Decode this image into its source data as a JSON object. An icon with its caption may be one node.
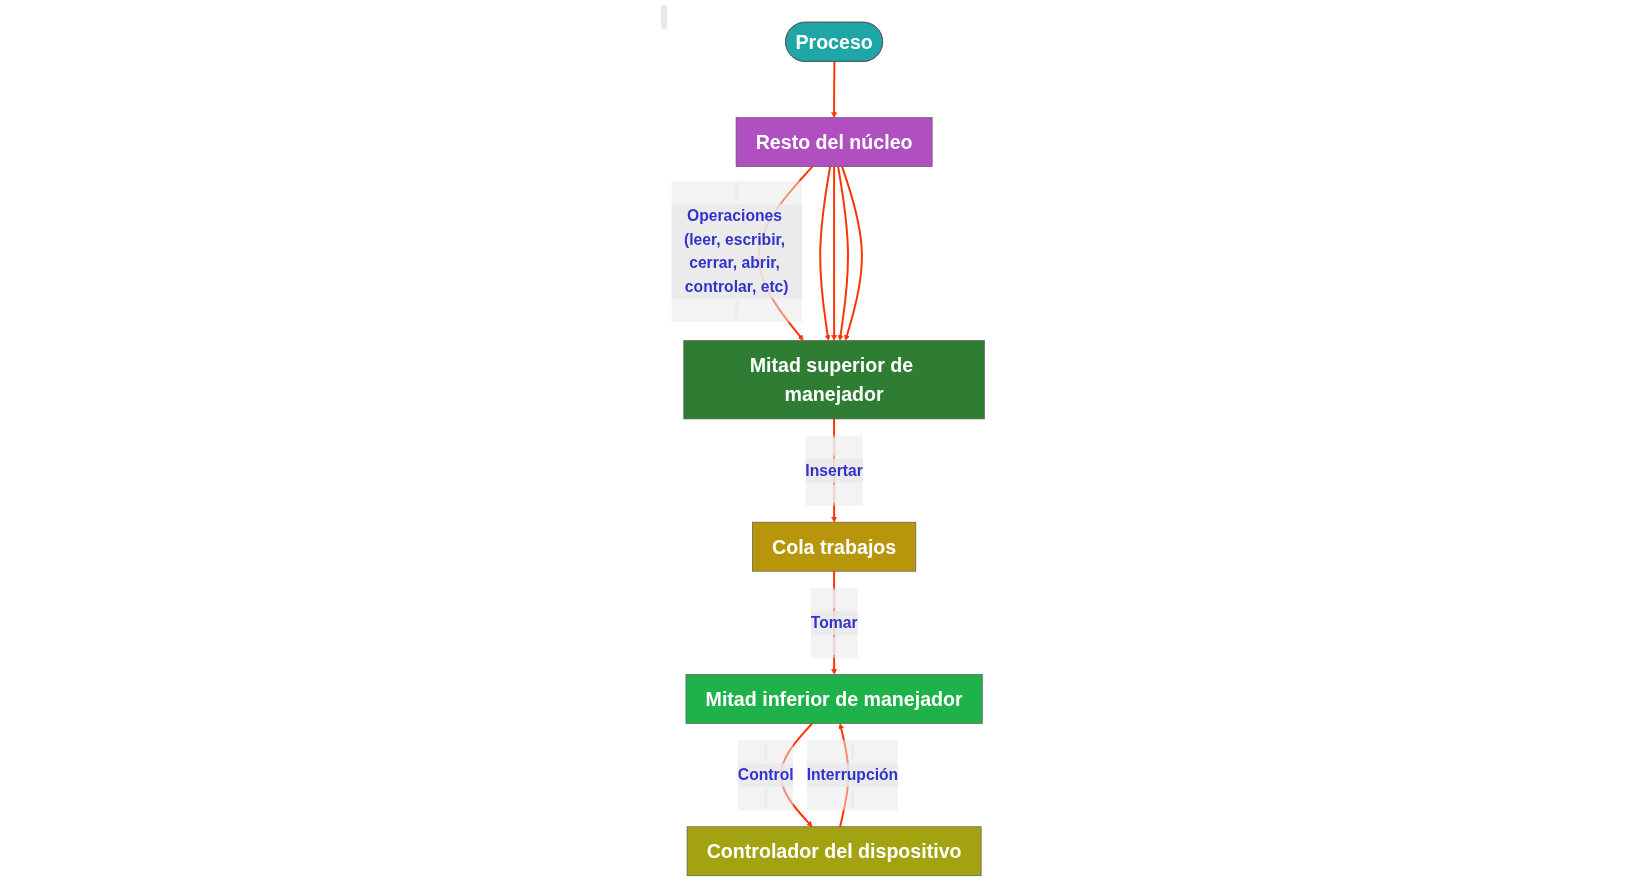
{
  "diagram": {
    "nodes": [
      {
        "text": [
          "Proceso"
        ]
      },
      {
        "text": [
          "Resto del núcleo"
        ]
      },
      {
        "text": [
          "Mitad superior de manejador"
        ]
      },
      {
        "text": [
          "Cola trabajos"
        ]
      },
      {
        "text": [
          "Mitad inferior de manejador"
        ]
      },
      {
        "text": [
          "Controlador del dispositivo"
        ]
      }
    ],
    "edges": [
      {
        "from": 0,
        "to": 1,
        "arrow": "to"
      },
      {
        "from": 1,
        "to": 2,
        "arrow": "to",
        "label": "Operaciones (leer, escribir, cerrar, abrir, controlar, etc)"
      },
      {
        "from": 1,
        "to": 2,
        "arrow": "to"
      },
      {
        "from": 1,
        "to": 2,
        "arrow": "to"
      },
      {
        "from": 1,
        "to": 2,
        "arrow": "to"
      },
      {
        "from": 1,
        "to": 2,
        "arrow": "to"
      },
      {
        "from": 2,
        "to": 3,
        "arrow": "to",
        "label": "Insertar"
      },
      {
        "from": 3,
        "to": 4,
        "arrow": "to",
        "label": "Tomar"
      },
      {
        "from": 5,
        "to": 4,
        "arrow": "to",
        "label": "Interrupción"
      },
      {
        "from": 4,
        "to": 5,
        "arrow": "to",
        "label": "Control"
      }
    ]
  }
}
